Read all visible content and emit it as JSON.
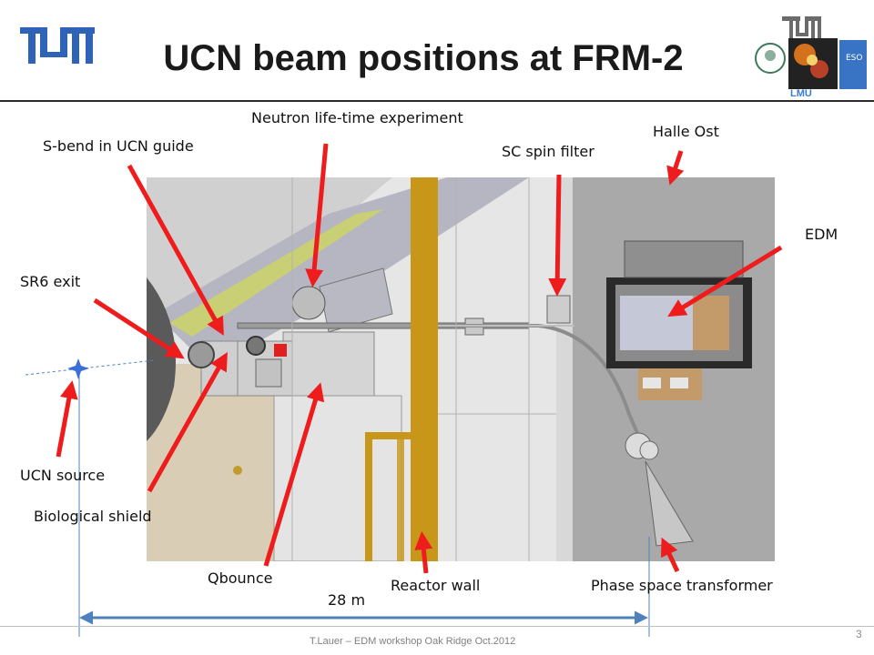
{
  "slide": {
    "title": "UCN beam positions at FRM-2",
    "footer": "T.Lauer – EDM workshop Oak Ridge Oct.2012",
    "page_number": "3"
  },
  "logos": {
    "left": "tum-logo",
    "right": "tum-mpg-eso-lmu-logos",
    "right_text": "LMU"
  },
  "labels": {
    "neutron_lifetime": "Neutron life-time experiment",
    "s_bend": "S-bend in UCN guide",
    "sc_spin_filter": "SC spin filter",
    "halle_ost": "Halle Ost",
    "edm": "EDM",
    "sr6_exit": "SR6 exit",
    "ucn_source": "UCN source",
    "biological_shield": "Biological shield",
    "qbounce": "Qbounce",
    "reactor_wall": "Reactor wall",
    "phase_space_transformer": "Phase space transformer",
    "distance": "28 m"
  },
  "colors": {
    "arrow": "#ee1c1c",
    "dimension_line": "#4f81bd",
    "reactor_wall": "#c8971a",
    "star": "#3a6fd8"
  }
}
